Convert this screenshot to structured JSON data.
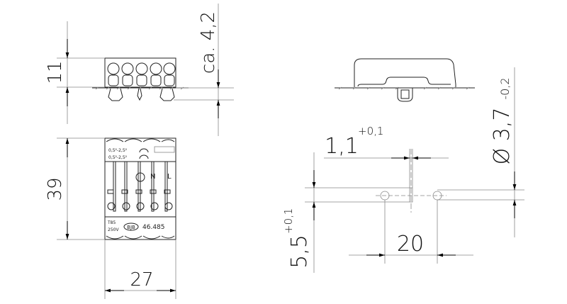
{
  "dimensions": {
    "height_top": "11",
    "clip_depth": "ca. 4,2",
    "height_front": "39",
    "width_front": "27",
    "slot_width": "1,1",
    "slot_width_tol": "+0,1",
    "hole_diameter": "Ø 3,7",
    "hole_diameter_tol": "-0,2",
    "slot_length": "5,5",
    "slot_length_tol": "+0,1",
    "hole_spacing": "20"
  },
  "front_labels": {
    "wire_range_1": "0,5²-2,5²",
    "wire_range_2": "0,5²-2,5²",
    "terminal_n": "N",
    "terminal_l": "L",
    "temp": "T85",
    "voltage": "250V",
    "brand": "BJB",
    "part_number": "46.485"
  }
}
